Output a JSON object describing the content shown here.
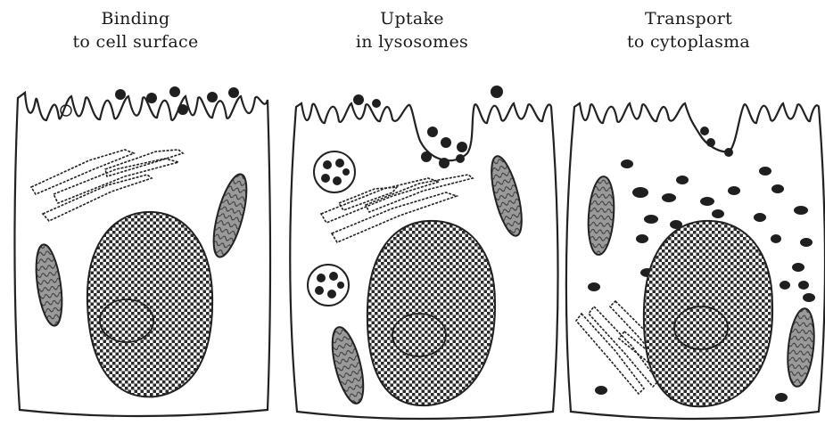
{
  "panels": [
    {
      "title_line1": "Binding",
      "title_line2": "to cell surface"
    },
    {
      "title_line1": "Uptake",
      "title_line2": "in lysosomes"
    },
    {
      "title_line1": "Transport",
      "title_line2": "to cytoplasma"
    }
  ],
  "colors": {
    "ink": "#222222",
    "particle": "#1f1f1f",
    "mito_fill": "#8a8a8a",
    "background": "#ffffff"
  }
}
